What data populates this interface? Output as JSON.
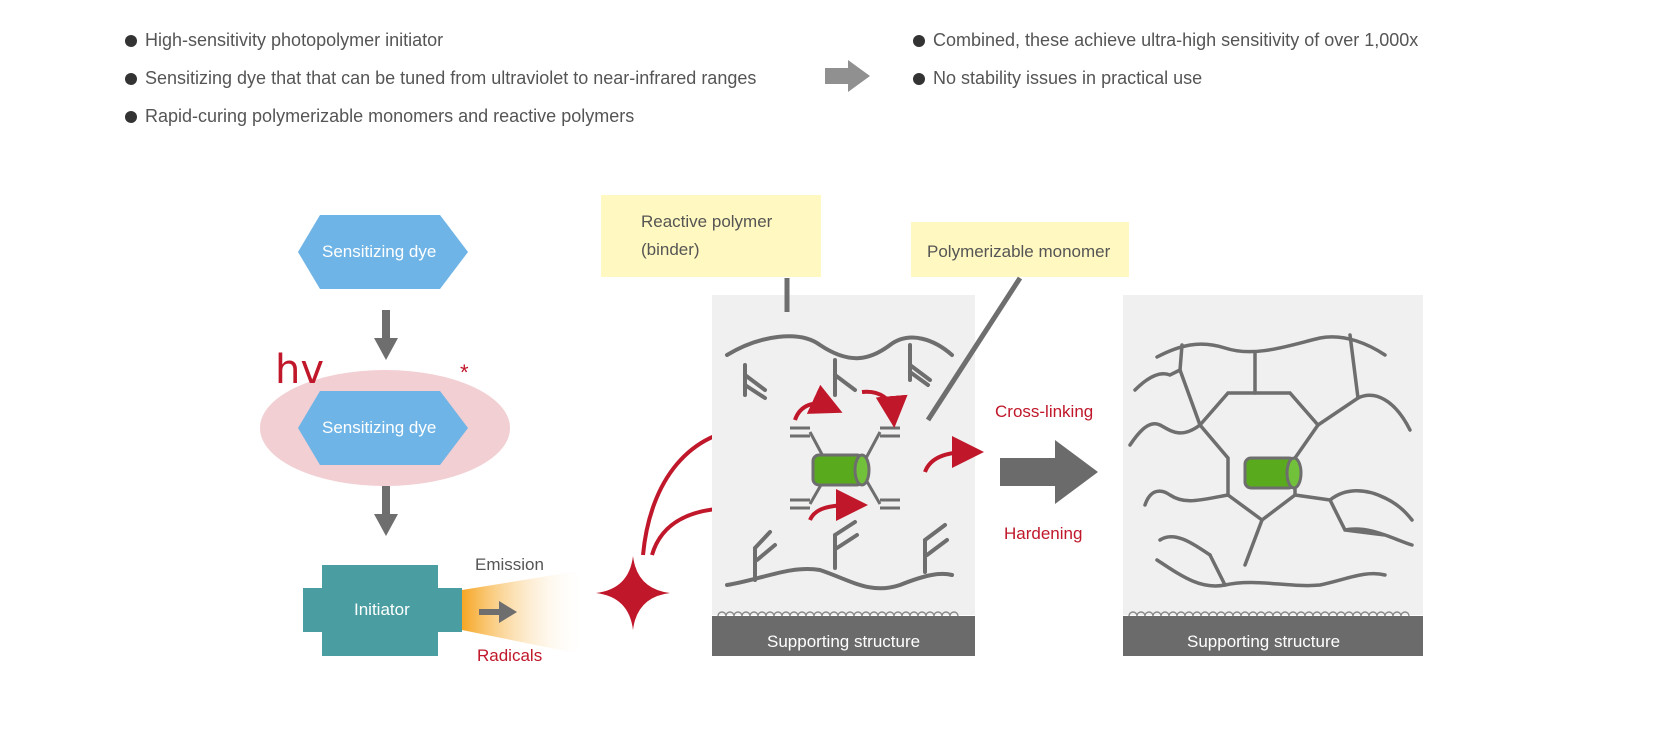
{
  "left_bullets": [
    "High-sensitivity photopolymer initiator",
    "Sensitizing dye that that can be tuned from ultraviolet to near-infrared ranges",
    "Rapid-curing polymerizable monomers and reactive polymers"
  ],
  "right_bullets": [
    "Combined, these achieve ultra-high sensitivity of over 1,000x",
    "No stability issues in practical use"
  ],
  "diagram": {
    "sensitizing_dye": "Sensitizing dye",
    "sensitizing_dye_excited": "Sensitizing dye",
    "hv": "hv",
    "excited_mark": "*",
    "initiator": "Initiator",
    "emission": "Emission",
    "radicals": "Radicals",
    "reactive_polymer_line1": "Reactive polymer",
    "reactive_polymer_line2": "(binder)",
    "polymerizable_monomer": "Polymerizable monomer",
    "cross_linking": "Cross-linking",
    "hardening": "Hardening",
    "supporting_structure_before": "Supporting structure",
    "supporting_structure_after": "Supporting structure"
  },
  "colors": {
    "dye_blue": "#6fb4e6",
    "excited_glow": "#f2cfd2",
    "initiator_teal": "#4a9ea2",
    "radical_red": "#c0172a",
    "molecule_green": "#5aaa1e",
    "chain_gray": "#6e6e6e",
    "panel_gray": "#f0f0f0",
    "support_gray": "#6b6b6b",
    "label_yellow": "#fff8c0",
    "emission_orange": "#f6a623"
  }
}
